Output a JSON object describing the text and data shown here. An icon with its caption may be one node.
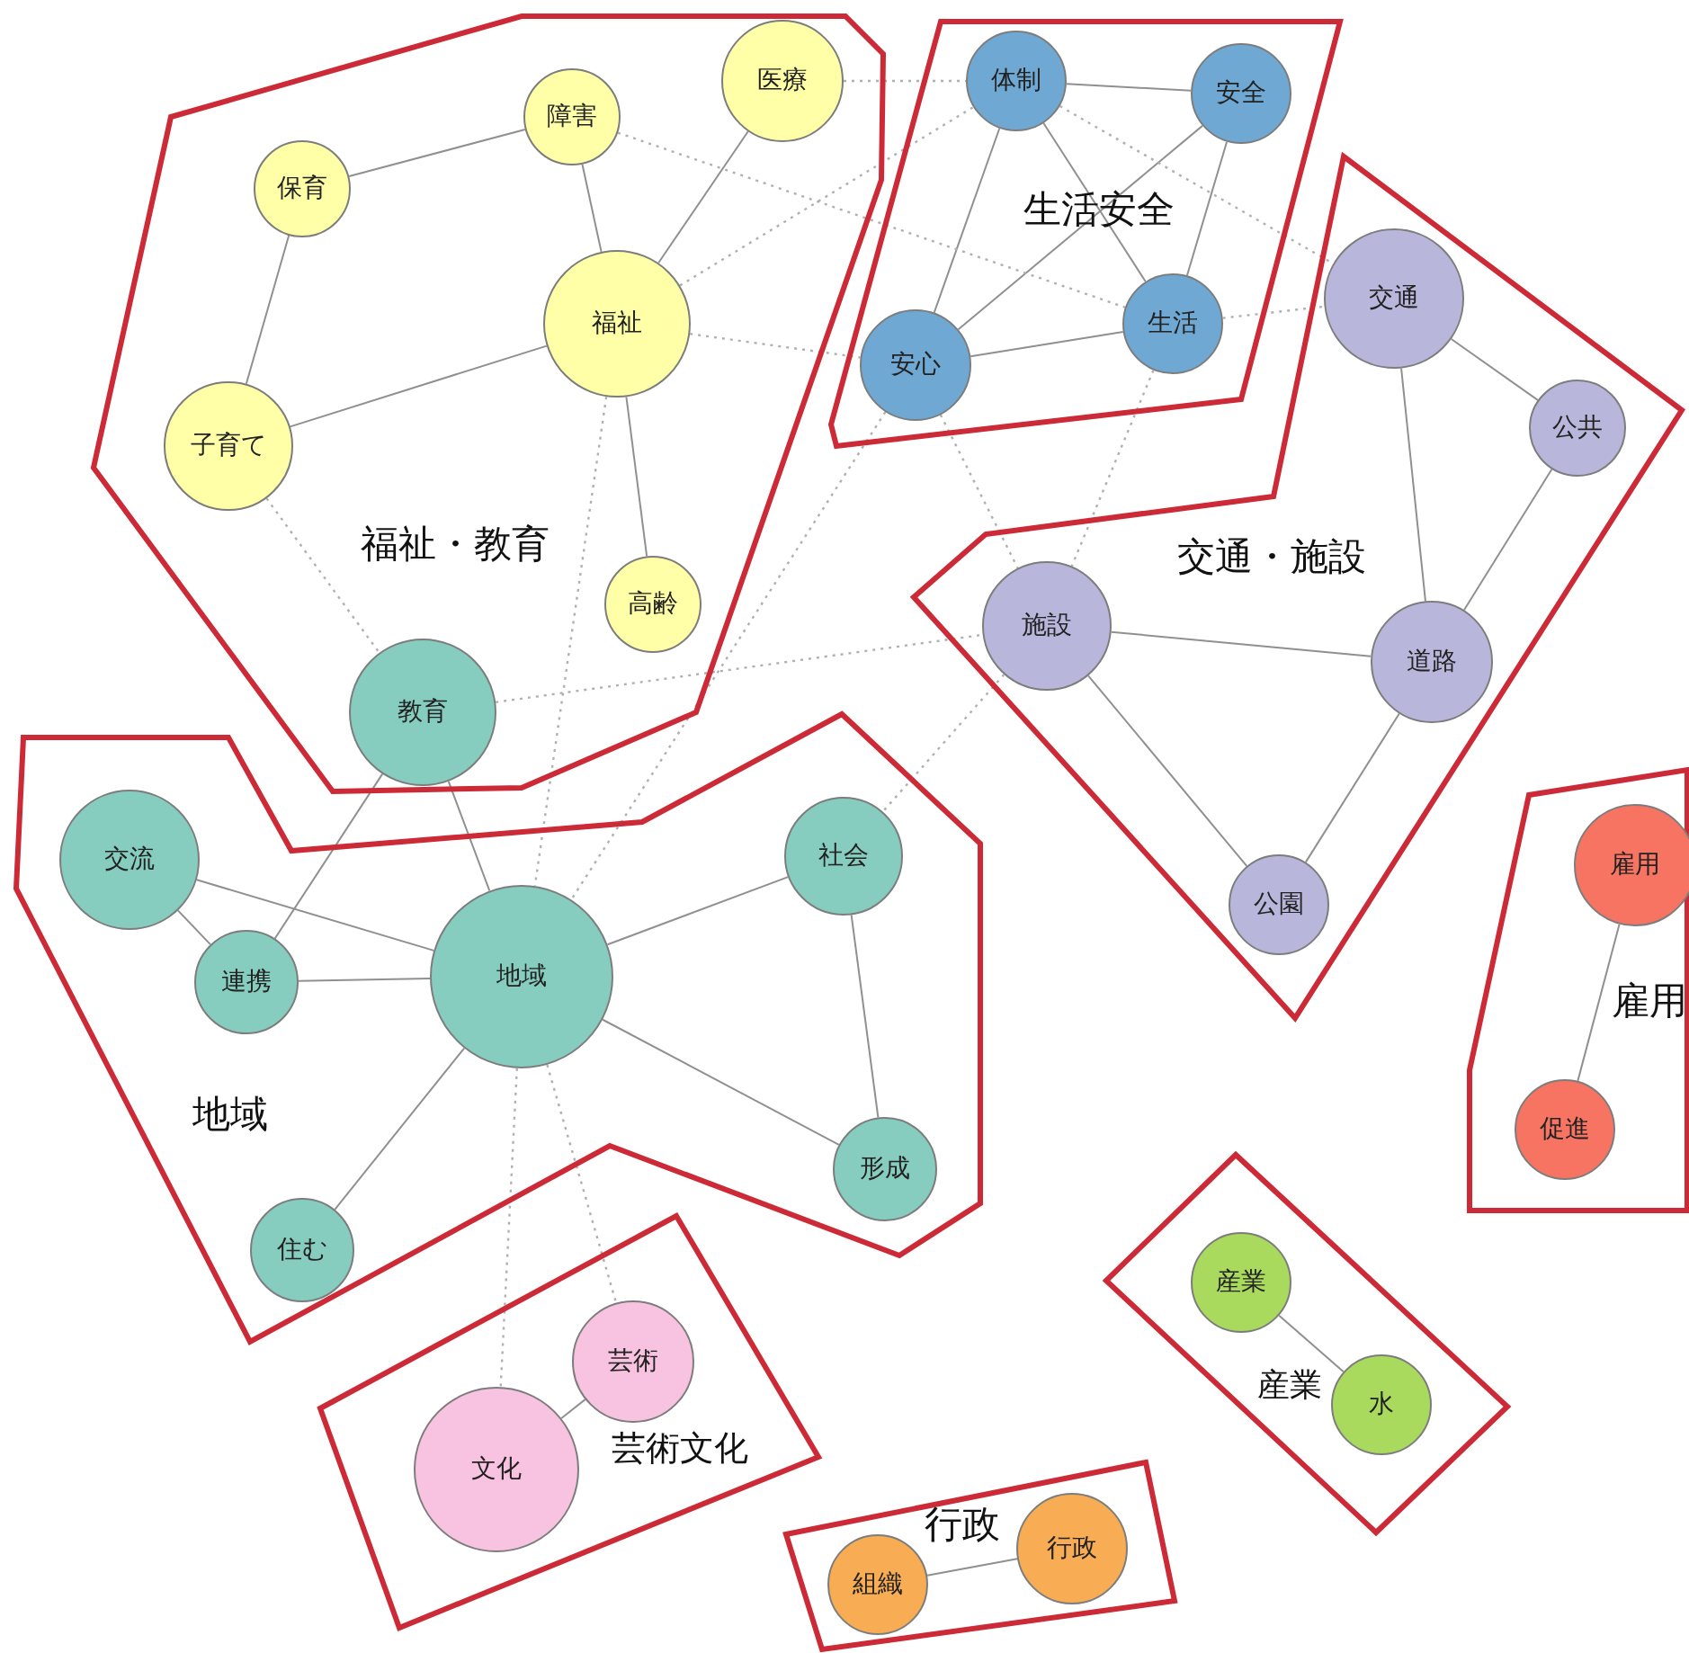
{
  "diagram": {
    "nodes": [
      {
        "text": [
          "福祉・教育"
        ]
      },
      {
        "text": [
          "医療"
        ],
        "in": 0
      },
      {
        "text": [
          "障害"
        ],
        "in": 0
      },
      {
        "text": [
          "保育"
        ],
        "in": 0
      },
      {
        "text": [
          "福祉"
        ],
        "in": 0
      },
      {
        "text": [
          "子育て"
        ],
        "in": 0
      },
      {
        "text": [
          "高齢"
        ],
        "in": 0
      },
      {
        "text": [
          "教育"
        ],
        "in": 0
      },
      {
        "text": [
          "生活安全"
        ]
      },
      {
        "text": [
          "体制"
        ],
        "in": 8
      },
      {
        "text": [
          "安全"
        ],
        "in": 8
      },
      {
        "text": [
          "生活"
        ],
        "in": 8
      },
      {
        "text": [
          "安心"
        ],
        "in": 8
      },
      {
        "text": [
          "交通・施設"
        ]
      },
      {
        "text": [
          "交通"
        ],
        "in": 13
      },
      {
        "text": [
          "公共"
        ],
        "in": 13
      },
      {
        "text": [
          "施設"
        ],
        "in": 13
      },
      {
        "text": [
          "道路"
        ],
        "in": 13
      },
      {
        "text": [
          "公園"
        ],
        "in": 13
      },
      {
        "text": [
          "地域"
        ]
      },
      {
        "text": [
          "社会"
        ],
        "in": 19
      },
      {
        "text": [
          "交流"
        ],
        "in": 19
      },
      {
        "text": [
          "地域"
        ],
        "in": 19
      },
      {
        "text": [
          "連携"
        ],
        "in": 19
      },
      {
        "text": [
          "形成"
        ],
        "in": 19
      },
      {
        "text": [
          "住む"
        ],
        "in": 19
      },
      {
        "text": [
          "雇用"
        ]
      },
      {
        "text": [
          "雇用"
        ],
        "in": 26
      },
      {
        "text": [
          "促進"
        ],
        "in": 26
      },
      {
        "text": [
          "産業"
        ]
      },
      {
        "text": [
          "産業"
        ],
        "in": 29
      },
      {
        "text": [
          "水"
        ],
        "in": 29
      },
      {
        "text": [
          "芸術文化"
        ]
      },
      {
        "text": [
          "芸術"
        ],
        "in": 32
      },
      {
        "text": [
          "文化"
        ],
        "in": 32
      },
      {
        "text": [
          "行政"
        ]
      },
      {
        "text": [
          "行政"
        ],
        "in": 35
      },
      {
        "text": [
          "組織"
        ],
        "in": 35
      }
    ],
    "edges": [
      {
        "from": 3,
        "to": 2,
        "arrow": "none"
      },
      {
        "from": 3,
        "to": 5,
        "arrow": "none"
      },
      {
        "from": 2,
        "to": 4,
        "arrow": "none"
      },
      {
        "from": 1,
        "to": 4,
        "arrow": "none"
      },
      {
        "from": 5,
        "to": 4,
        "arrow": "none"
      },
      {
        "from": 4,
        "to": 6,
        "arrow": "none"
      },
      {
        "from": 9,
        "to": 10,
        "arrow": "none"
      },
      {
        "from": 9,
        "to": 12,
        "arrow": "none"
      },
      {
        "from": 9,
        "to": 11,
        "arrow": "none"
      },
      {
        "from": 10,
        "to": 12,
        "arrow": "none"
      },
      {
        "from": 10,
        "to": 11,
        "arrow": "none"
      },
      {
        "from": 12,
        "to": 11,
        "arrow": "none"
      },
      {
        "from": 14,
        "to": 15,
        "arrow": "none"
      },
      {
        "from": 14,
        "to": 17,
        "arrow": "none"
      },
      {
        "from": 15,
        "to": 17,
        "arrow": "none"
      },
      {
        "from": 16,
        "to": 17,
        "arrow": "none"
      },
      {
        "from": 16,
        "to": 18,
        "arrow": "none"
      },
      {
        "from": 17,
        "to": 18,
        "arrow": "none"
      },
      {
        "from": 7,
        "to": 23,
        "arrow": "none"
      },
      {
        "from": 7,
        "to": 22,
        "arrow": "none"
      },
      {
        "from": 21,
        "to": 23,
        "arrow": "none"
      },
      {
        "from": 21,
        "to": 22,
        "arrow": "none"
      },
      {
        "from": 23,
        "to": 22,
        "arrow": "none"
      },
      {
        "from": 22,
        "to": 20,
        "arrow": "none"
      },
      {
        "from": 22,
        "to": 24,
        "arrow": "none"
      },
      {
        "from": 20,
        "to": 24,
        "arrow": "none"
      },
      {
        "from": 22,
        "to": 25,
        "arrow": "none"
      },
      {
        "from": 33,
        "to": 34,
        "arrow": "none"
      },
      {
        "from": 27,
        "to": 28,
        "arrow": "none"
      },
      {
        "from": 30,
        "to": 31,
        "arrow": "none"
      },
      {
        "from": 37,
        "to": 36,
        "arrow": "none"
      },
      {
        "from": 1,
        "to": 9,
        "arrow": "none",
        "style": "dashed"
      },
      {
        "from": 2,
        "to": 11,
        "arrow": "none",
        "style": "dashed"
      },
      {
        "from": 4,
        "to": 9,
        "arrow": "none",
        "style": "dashed"
      },
      {
        "from": 4,
        "to": 12,
        "arrow": "none",
        "style": "dashed"
      },
      {
        "from": 5,
        "to": 7,
        "arrow": "none",
        "style": "dashed"
      },
      {
        "from": 4,
        "to": 22,
        "arrow": "none",
        "style": "dashed"
      },
      {
        "from": 7,
        "to": 16,
        "arrow": "none",
        "style": "dashed"
      },
      {
        "from": 12,
        "to": 22,
        "arrow": "none",
        "style": "dashed"
      },
      {
        "from": 12,
        "to": 16,
        "arrow": "none",
        "style": "dashed"
      },
      {
        "from": 11,
        "to": 16,
        "arrow": "none",
        "style": "dashed"
      },
      {
        "from": 16,
        "to": 20,
        "arrow": "none",
        "style": "dashed"
      },
      {
        "from": 11,
        "to": 14,
        "arrow": "none",
        "style": "dashed"
      },
      {
        "from": 9,
        "to": 14,
        "arrow": "none",
        "style": "dashed"
      },
      {
        "from": 22,
        "to": 34,
        "arrow": "none",
        "style": "dashed"
      },
      {
        "from": 22,
        "to": 33,
        "arrow": "none",
        "style": "dashed"
      }
    ]
  }
}
